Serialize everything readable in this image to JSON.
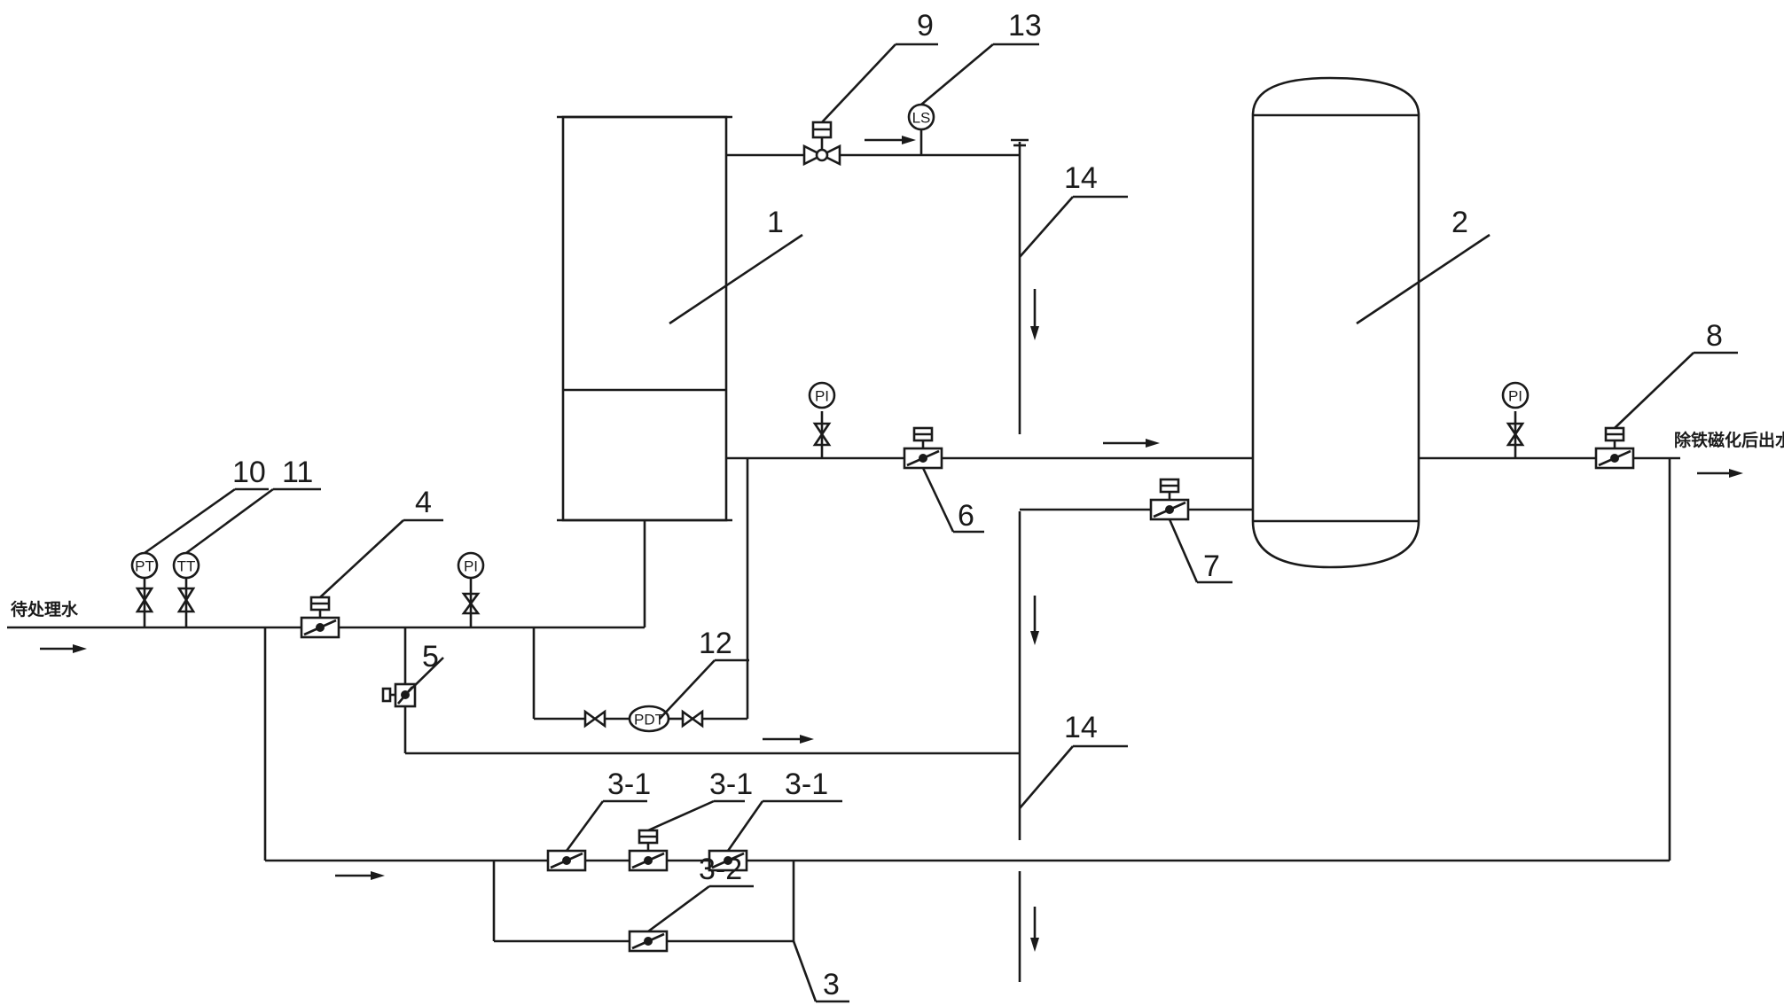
{
  "labels": {
    "inlet": "待处理水",
    "outlet": "除铁磁化后出水",
    "vessel_1": "1",
    "vessel_2": "2",
    "bypass_3": "3",
    "valve_4": "4",
    "valve_5": "5",
    "valve_6": "6",
    "valve_7": "7",
    "valve_8": "8",
    "valve_9": "9",
    "pt_10": "10",
    "tt_11": "11",
    "pdt_12": "12",
    "ls_13": "13",
    "drain_14_top": "14",
    "drain_14_bottom": "14",
    "bypass_valve_a": "3-1",
    "bypass_valve_b": "3-1",
    "bypass_valve_c": "3-1",
    "bypass_valve_d": "3-2"
  },
  "instruments": {
    "pt": "PT",
    "tt": "TT",
    "pi_inlet": "PI",
    "pi_mid": "PI",
    "pi_outlet": "PI",
    "pdt": "PDT",
    "ls": "LS"
  },
  "icons": [
    "flow-arrow-icon",
    "actuated-valve-icon",
    "gate-valve-icon",
    "instrument-bubble-icon"
  ]
}
